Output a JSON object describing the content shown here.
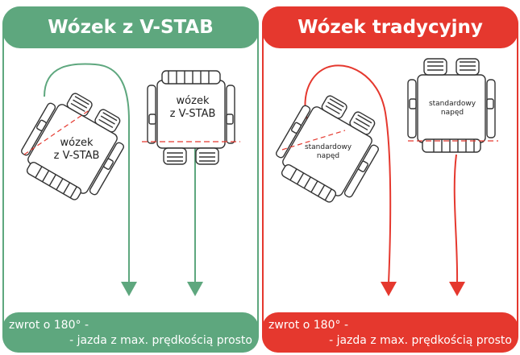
{
  "left_panel": {
    "title": "Wózek z V-STAB",
    "chair_label_rotated": [
      "wózek",
      "z V-STAB"
    ],
    "chair_label_straight": [
      "wózek",
      "z V-STAB"
    ],
    "footer_line1": "zwrot o 180° -",
    "footer_line2": "- jazda z max. prędkością prosto",
    "accent_color": "#5ea77e"
  },
  "right_panel": {
    "title": "Wózek tradycyjny",
    "chair_label_rotated": [
      "standardowy",
      "napęd"
    ],
    "chair_label_straight": [
      "standardowy",
      "napęd"
    ],
    "footer_line1": "zwrot o 180° -",
    "footer_line2": "- jazda z max. prędkością prosto",
    "accent_color": "#e5382e"
  }
}
